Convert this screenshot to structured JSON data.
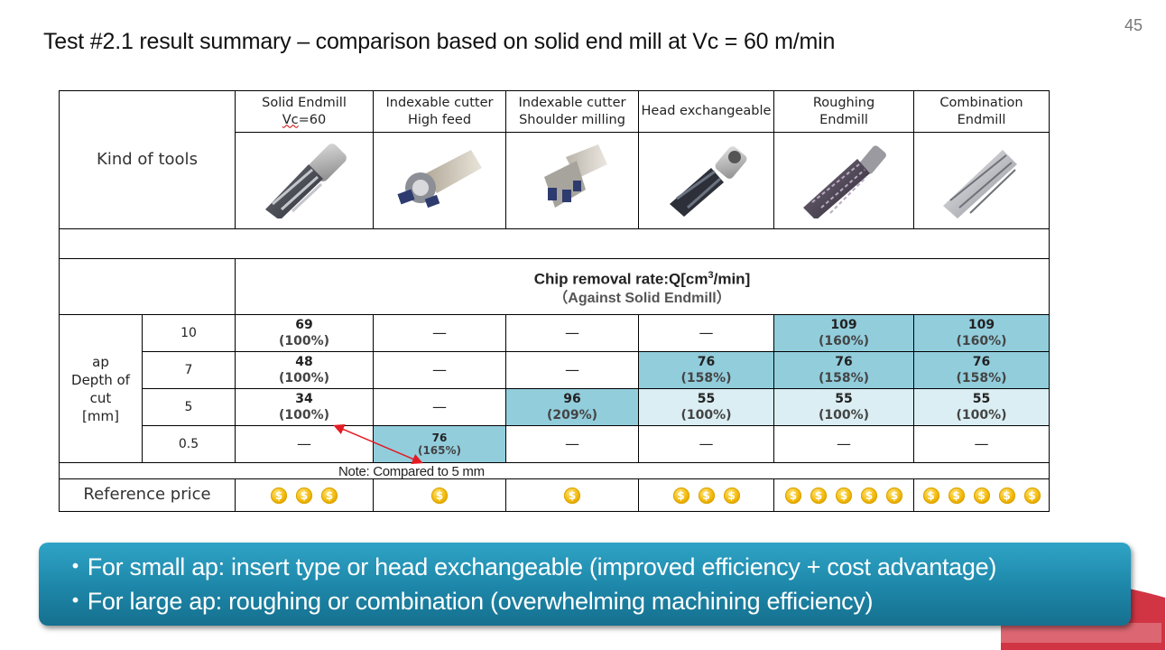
{
  "page_number": "45",
  "title": "Test #2.1 result summary – comparison based on solid end mill at Vc = 60 m/min",
  "table": {
    "kind_of_tools_label": "Kind of tools",
    "tools": [
      {
        "line1": "Solid Endmill",
        "line2": "Vc=60",
        "icon": "solid-endmill-image"
      },
      {
        "line1": "Indexable cutter",
        "line2": "High feed",
        "icon": "high-feed-cutter-image"
      },
      {
        "line1": "Indexable cutter",
        "line2": "Shoulder milling",
        "icon": "shoulder-milling-cutter-image"
      },
      {
        "line1": "Head exchangeable",
        "line2": "",
        "icon": "head-exchangeable-image"
      },
      {
        "line1": "Roughing",
        "line2": "Endmill",
        "icon": "roughing-endmill-image"
      },
      {
        "line1": "Combination",
        "line2": "Endmill",
        "icon": "combination-endmill-image"
      }
    ],
    "rate_header": {
      "main_prefix": "Chip removal rate:Q",
      "main_unit_open": "[cm",
      "main_unit_sup": "3",
      "main_unit_close": "/min]",
      "sub": "（Against Solid Endmill）"
    },
    "ap_label": [
      "ap",
      "Depth of",
      "cut",
      "[mm]"
    ],
    "rows": [
      {
        "ap": "10",
        "cells": [
          {
            "v": "69",
            "p": "(100%)",
            "hl": ""
          },
          {
            "v": "—",
            "p": "",
            "hl": ""
          },
          {
            "v": "—",
            "p": "",
            "hl": ""
          },
          {
            "v": "—",
            "p": "",
            "hl": ""
          },
          {
            "v": "109",
            "p": "(160%)",
            "hl": "dark"
          },
          {
            "v": "109",
            "p": "(160%)",
            "hl": "dark"
          }
        ]
      },
      {
        "ap": "7",
        "cells": [
          {
            "v": "48",
            "p": "(100%)",
            "hl": ""
          },
          {
            "v": "—",
            "p": "",
            "hl": ""
          },
          {
            "v": "—",
            "p": "",
            "hl": ""
          },
          {
            "v": "76",
            "p": "(158%)",
            "hl": "dark"
          },
          {
            "v": "76",
            "p": "(158%)",
            "hl": "dark"
          },
          {
            "v": "76",
            "p": "(158%)",
            "hl": "dark"
          }
        ]
      },
      {
        "ap": "5",
        "cells": [
          {
            "v": "34",
            "p": "(100%)",
            "hl": ""
          },
          {
            "v": "—",
            "p": "",
            "hl": ""
          },
          {
            "v": "96",
            "p": "(209%)",
            "hl": "dark"
          },
          {
            "v": "55",
            "p": "(100%)",
            "hl": "light"
          },
          {
            "v": "55",
            "p": "(100%)",
            "hl": "light"
          },
          {
            "v": "55",
            "p": "(100%)",
            "hl": "light"
          }
        ]
      },
      {
        "ap": "0.5",
        "cells": [
          {
            "v": "—",
            "p": "",
            "hl": ""
          },
          {
            "v": "76",
            "p": "(165%)",
            "hl": "dark",
            "small": true
          },
          {
            "v": "—",
            "p": "",
            "hl": ""
          },
          {
            "v": "—",
            "p": "",
            "hl": ""
          },
          {
            "v": "—",
            "p": "",
            "hl": ""
          },
          {
            "v": "—",
            "p": "",
            "hl": ""
          }
        ]
      }
    ],
    "note": "Note: Compared to 5 mm",
    "reference_price_label": "Reference price",
    "reference_price_coins": [
      3,
      1,
      1,
      3,
      5,
      5
    ],
    "coin_symbol": "$"
  },
  "summary": [
    "・For small ap: insert type or head exchangeable (improved efficiency + cost advantage)",
    "・For large ap: roughing or combination (overwhelming machining efficiency)"
  ],
  "colors": {
    "highlight_dark": "#92cddc",
    "highlight_light": "#daeef3",
    "callout": "#1d86a8",
    "logo_red": "#cc1f2f",
    "arrow": "#e31b23"
  }
}
